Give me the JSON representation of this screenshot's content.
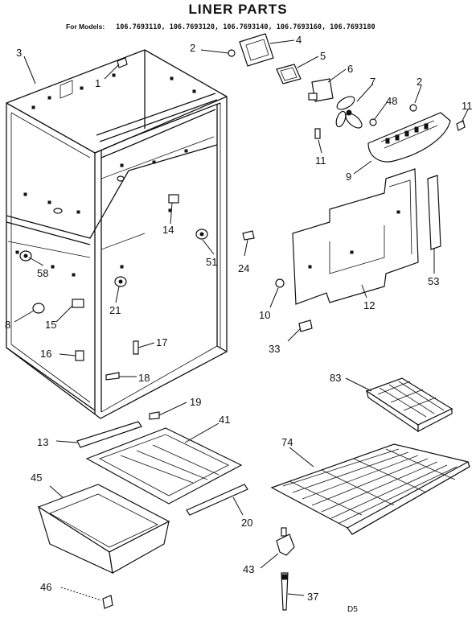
{
  "title": "LINER PARTS",
  "models_label": "For Models:",
  "models": "106.7693110, 106.7693120, 106.7693140, 106.7693160, 106.7693180",
  "diagram_code": "D5",
  "callouts": {
    "c1": "1",
    "c2a": "2",
    "c2b": "2",
    "c3": "3",
    "c4": "4",
    "c5": "5",
    "c6": "6",
    "c7": "7",
    "c8": "8",
    "c9": "9",
    "c10": "10",
    "c11a": "11",
    "c11b": "11",
    "c12": "12",
    "c13": "13",
    "c14": "14",
    "c15": "15",
    "c16": "16",
    "c17": "17",
    "c18": "18",
    "c19": "19",
    "c20": "20",
    "c21": "21",
    "c24": "24",
    "c33": "33",
    "c37": "37",
    "c41": "41",
    "c43": "43",
    "c45": "45",
    "c46": "46",
    "c48": "48",
    "c51": "51",
    "c53": "53",
    "c58": "58",
    "c74": "74",
    "c83": "83"
  }
}
